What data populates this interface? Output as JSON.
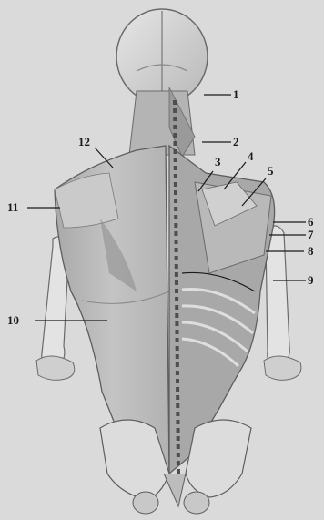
{
  "figure": {
    "subject": "posterior-trunk-muscles",
    "labels": [
      "1",
      "2",
      "3",
      "4",
      "5",
      "6",
      "7",
      "8",
      "9",
      "10",
      "11",
      "12"
    ]
  },
  "colors": {
    "background": "#dadada",
    "muscle": "#bdbdbd",
    "muscle_dark": "#8e8e8e",
    "bone": "#e2e2e2",
    "line": "#1a1a1a"
  }
}
